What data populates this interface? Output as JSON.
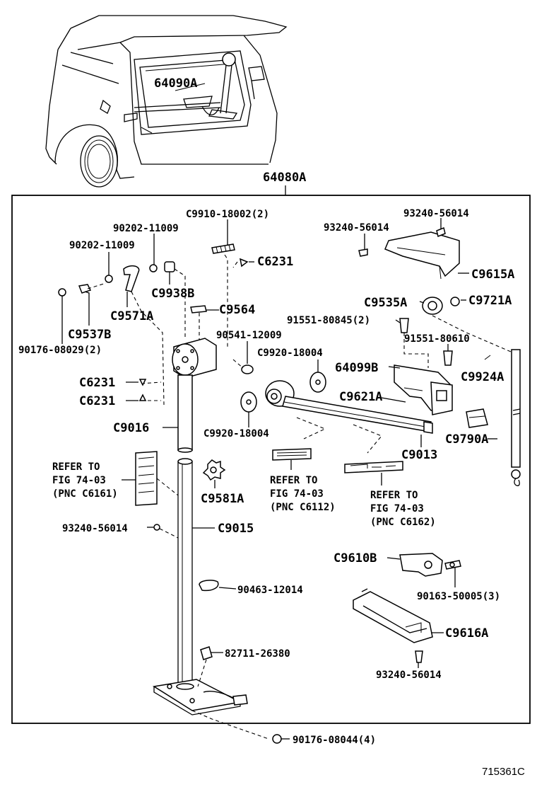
{
  "diagram": {
    "assembly_label": "64080A",
    "figure_id": "715361C",
    "parts": {
      "p64090A": "64090A",
      "pC9910": "C9910-18002(2)",
      "p93240a": "93240-56014",
      "p93240b": "93240-56014",
      "p90202a": "90202-11009",
      "p90202b": "90202-11009",
      "pC6231a": "C6231",
      "pC9938B": "C9938B",
      "pC9615A": "C9615A",
      "pC9571A": "C9571A",
      "pC9564": "C9564",
      "pC9535A": "C9535A",
      "pC9721A": "C9721A",
      "pC9537B": "C9537B",
      "p91551a": "91551-80845(2)",
      "p90176a": "90176-08029(2)",
      "p90541": "90541-12009",
      "p91551b": "91551-80610",
      "pC9920a": "C9920-18004",
      "p64099B": "64099B",
      "pC9924A": "C9924A",
      "pC6231b": "C6231",
      "pC6231c": "C6231",
      "pC9621A": "C9621A",
      "pC9016": "C9016",
      "pC9920b": "C9920-18004",
      "pC9790A": "C9790A",
      "pC9013": "C9013",
      "pC9581A": "C9581A",
      "p93240c": "93240-56014",
      "pC9015": "C9015",
      "pC9610B": "C9610B",
      "p90163": "90163-50005(3)",
      "p90463": "90463-12014",
      "pC9616A": "C9616A",
      "p82711": "82711-26380",
      "p93240d": "93240-56014",
      "p90176b": "90176-08044(4)"
    },
    "refs": {
      "r1": {
        "line1": "REFER TO",
        "line2": "FIG 74-03",
        "line3": "(PNC C6161)"
      },
      "r2": {
        "line1": "REFER TO",
        "line2": "FIG 74-03",
        "line3": "(PNC C6112)"
      },
      "r3": {
        "line1": "REFER TO",
        "line2": "FIG 74-03",
        "line3": "(PNC C6162)"
      }
    }
  }
}
